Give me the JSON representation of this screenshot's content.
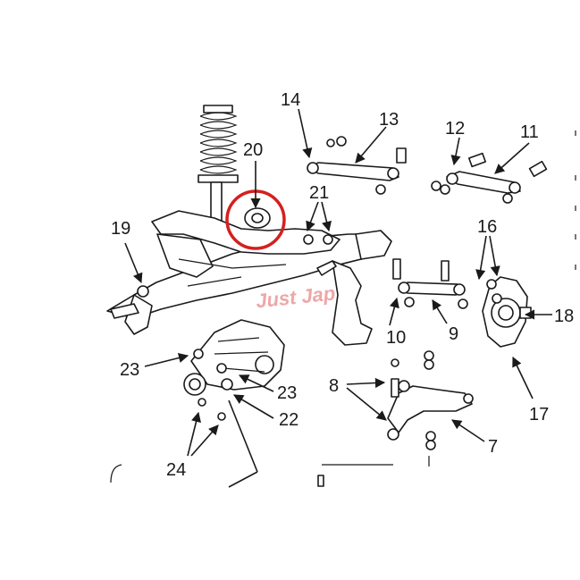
{
  "diagram": {
    "watermark": "Just Jap",
    "callout_labels": [
      "20",
      "19",
      "14",
      "13",
      "12",
      "11",
      "21",
      "16",
      "18",
      "17",
      "10",
      "9",
      "8",
      "7",
      "23",
      "23",
      "22",
      "24"
    ],
    "colors": {
      "ink": "#1a1a1a",
      "highlight_circle": "#d42020",
      "watermark": "#e88a8a"
    }
  }
}
